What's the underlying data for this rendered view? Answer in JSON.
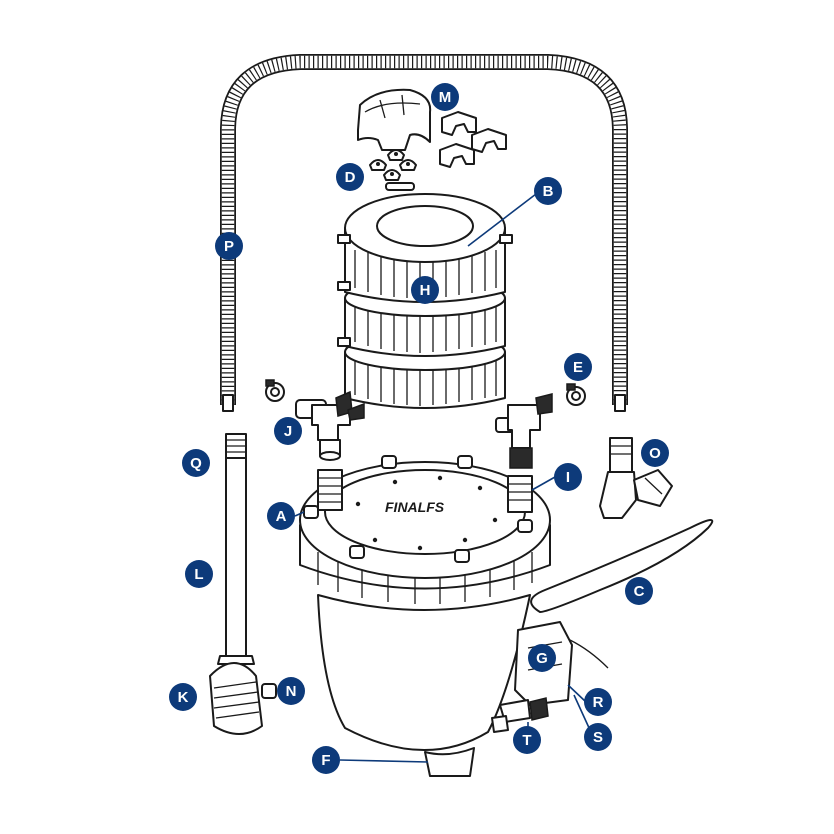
{
  "logo_text": "FINALFS",
  "badge_fill": "#0d3a7a",
  "badge_text_color": "#ffffff",
  "line_color": "#1a1a1a",
  "labels": {
    "A": "A",
    "B": "B",
    "C": "C",
    "D": "D",
    "E": "E",
    "F": "F",
    "G": "G",
    "H": "H",
    "I": "I",
    "J": "J",
    "K": "K",
    "L": "L",
    "M": "M",
    "N": "N",
    "O": "O",
    "P": "P",
    "Q": "Q",
    "R": "R",
    "S": "S",
    "T": "T"
  }
}
